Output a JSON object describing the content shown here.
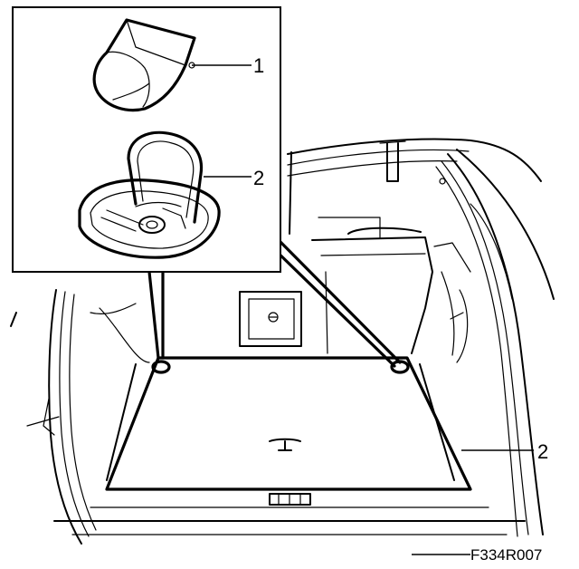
{
  "callouts": [
    {
      "number": "1",
      "target": "lashing-eye-cover"
    },
    {
      "number": "2",
      "target": "lashing-eye"
    },
    {
      "number": "2",
      "target": "lashing-eye-cargo-area"
    }
  ],
  "figure_code": "F334R007",
  "colors": {
    "line": "#000000",
    "background": "#ffffff"
  }
}
